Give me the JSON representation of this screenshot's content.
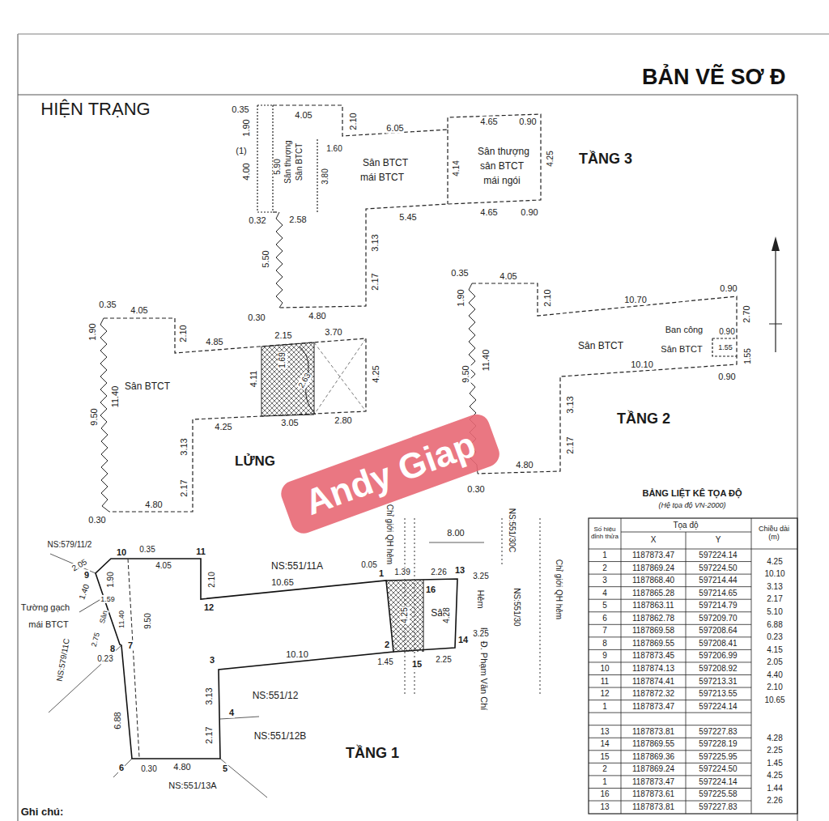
{
  "diagram": {
    "title": "BẢN VẼ SƠ Đ",
    "labels": [
      "HIỆN TRẠNG",
      "0.35",
      "1.90",
      "4.05",
      "2.10",
      "6.05",
      "4.65",
      "0.90",
      "(1)",
      "5.90",
      "4.00",
      "Sân thượng",
      "Sân BTCT",
      "3.80",
      "1.60",
      "Sân BTCT",
      "mái BTCT",
      "4.14",
      "Sân thượng",
      "sân BTCT",
      "mái ngói",
      "4.25",
      "TẦNG 3",
      "0.32",
      "2.58",
      "5.45",
      "4.65",
      "0.90",
      "5.50",
      "3.13",
      "2.17",
      "0.30",
      "4.80",
      "0.35",
      "4.05",
      "1.90",
      "2.10",
      "4.85",
      "2.15",
      "3.70",
      "1.69",
      "4.11",
      "2.63",
      "4.25",
      "Sân BTCT",
      "11.40",
      "9.50",
      "4.25",
      "3.05",
      "2.80",
      "LỬNG",
      "3.13",
      "2.17",
      "0.30",
      "4.80",
      "0.35",
      "4.05",
      "1.90",
      "2.10",
      "10.70",
      "0.90",
      "2.70",
      "Sân BTCT",
      "Ban công",
      "0.90",
      "Sân BTCT",
      "1.55",
      "1.55",
      "10.10",
      "0.90",
      "11.40",
      "9.50",
      "3.13",
      "TẦNG 2",
      "2.17",
      "4.80",
      "0.30",
      "Chỉ giới QH hẻm",
      "NS:551/30C",
      "8.00",
      "Chỉ giới QH hẻm",
      "NS:551/30",
      "Hẻm",
      "Ra Đ. Phạm Văn Chí",
      "Andy Giap",
      "NS:579/11/2",
      "2.05",
      "10",
      "0.35",
      "11",
      "4.05",
      "9",
      "NS:551/11A",
      "1.90",
      "2.10",
      "1.40",
      "Tường gạch",
      "mái BTCT",
      "1.59",
      "12",
      "10.65",
      "0.05",
      "1",
      "1.39",
      "2.26",
      "13",
      "3.25",
      "16",
      "Sân",
      "4.25",
      "4.28",
      "2.75",
      "Sân",
      "8",
      "7",
      "0.23",
      "11.40",
      "9.50",
      "NS:579/11C",
      "3",
      "10.10",
      "2",
      "3.25",
      "14",
      "1.45",
      "15",
      "2.25",
      "3.13",
      "4",
      "NS:551/12",
      "2.17",
      "NS:551/12B",
      "6.88",
      "TẦNG 1",
      "6",
      "5",
      "0.30",
      "4.80",
      "NS:551/13A",
      "Ghi chú:",
      "BẢNG LIỆT KÊ TỌA ĐỘ",
      "(Hệ tọa độ VN-2000)",
      "Số hiệu đỉnh thửa",
      "Tọa độ",
      "X",
      "Y",
      "Chiều dài (m)",
      "1",
      "1187873.47",
      "597224.14",
      "4.25",
      "2",
      "1187869.24",
      "597224.50",
      "10.10",
      "3",
      "1187868.40",
      "597214.44",
      "3.13",
      "4",
      "1187865.28",
      "597214.65",
      "2.17",
      "5",
      "1187863.11",
      "597214.79",
      "5.10",
      "6",
      "1187862.78",
      "597209.70",
      "6.88",
      "7",
      "1187869.58",
      "597208.64",
      "0.23",
      "8",
      "1187869.55",
      "597208.41",
      "4.15",
      "9",
      "1187873.45",
      "597206.99",
      "2.05",
      "10",
      "1187874.13",
      "597208.92",
      "4.40",
      "11",
      "1187874.41",
      "597213.31",
      "2.10",
      "12",
      "1187872.32",
      "597213.55",
      "10.65",
      "1",
      "1187873.47",
      "597224.14",
      "13",
      "1187873.81",
      "597227.83",
      "4.28",
      "14",
      "1187869.55",
      "597228.19",
      "2.25",
      "15",
      "1187869.36",
      "597225.95",
      "1.45",
      "2",
      "1187869.24",
      "597224.50",
      "4.25",
      "1",
      "1187873.47",
      "597224.14",
      "1.44",
      "16",
      "1187873.61",
      "597225.58",
      "2.26",
      "13",
      "1187873.81",
      "597227.83"
    ]
  }
}
